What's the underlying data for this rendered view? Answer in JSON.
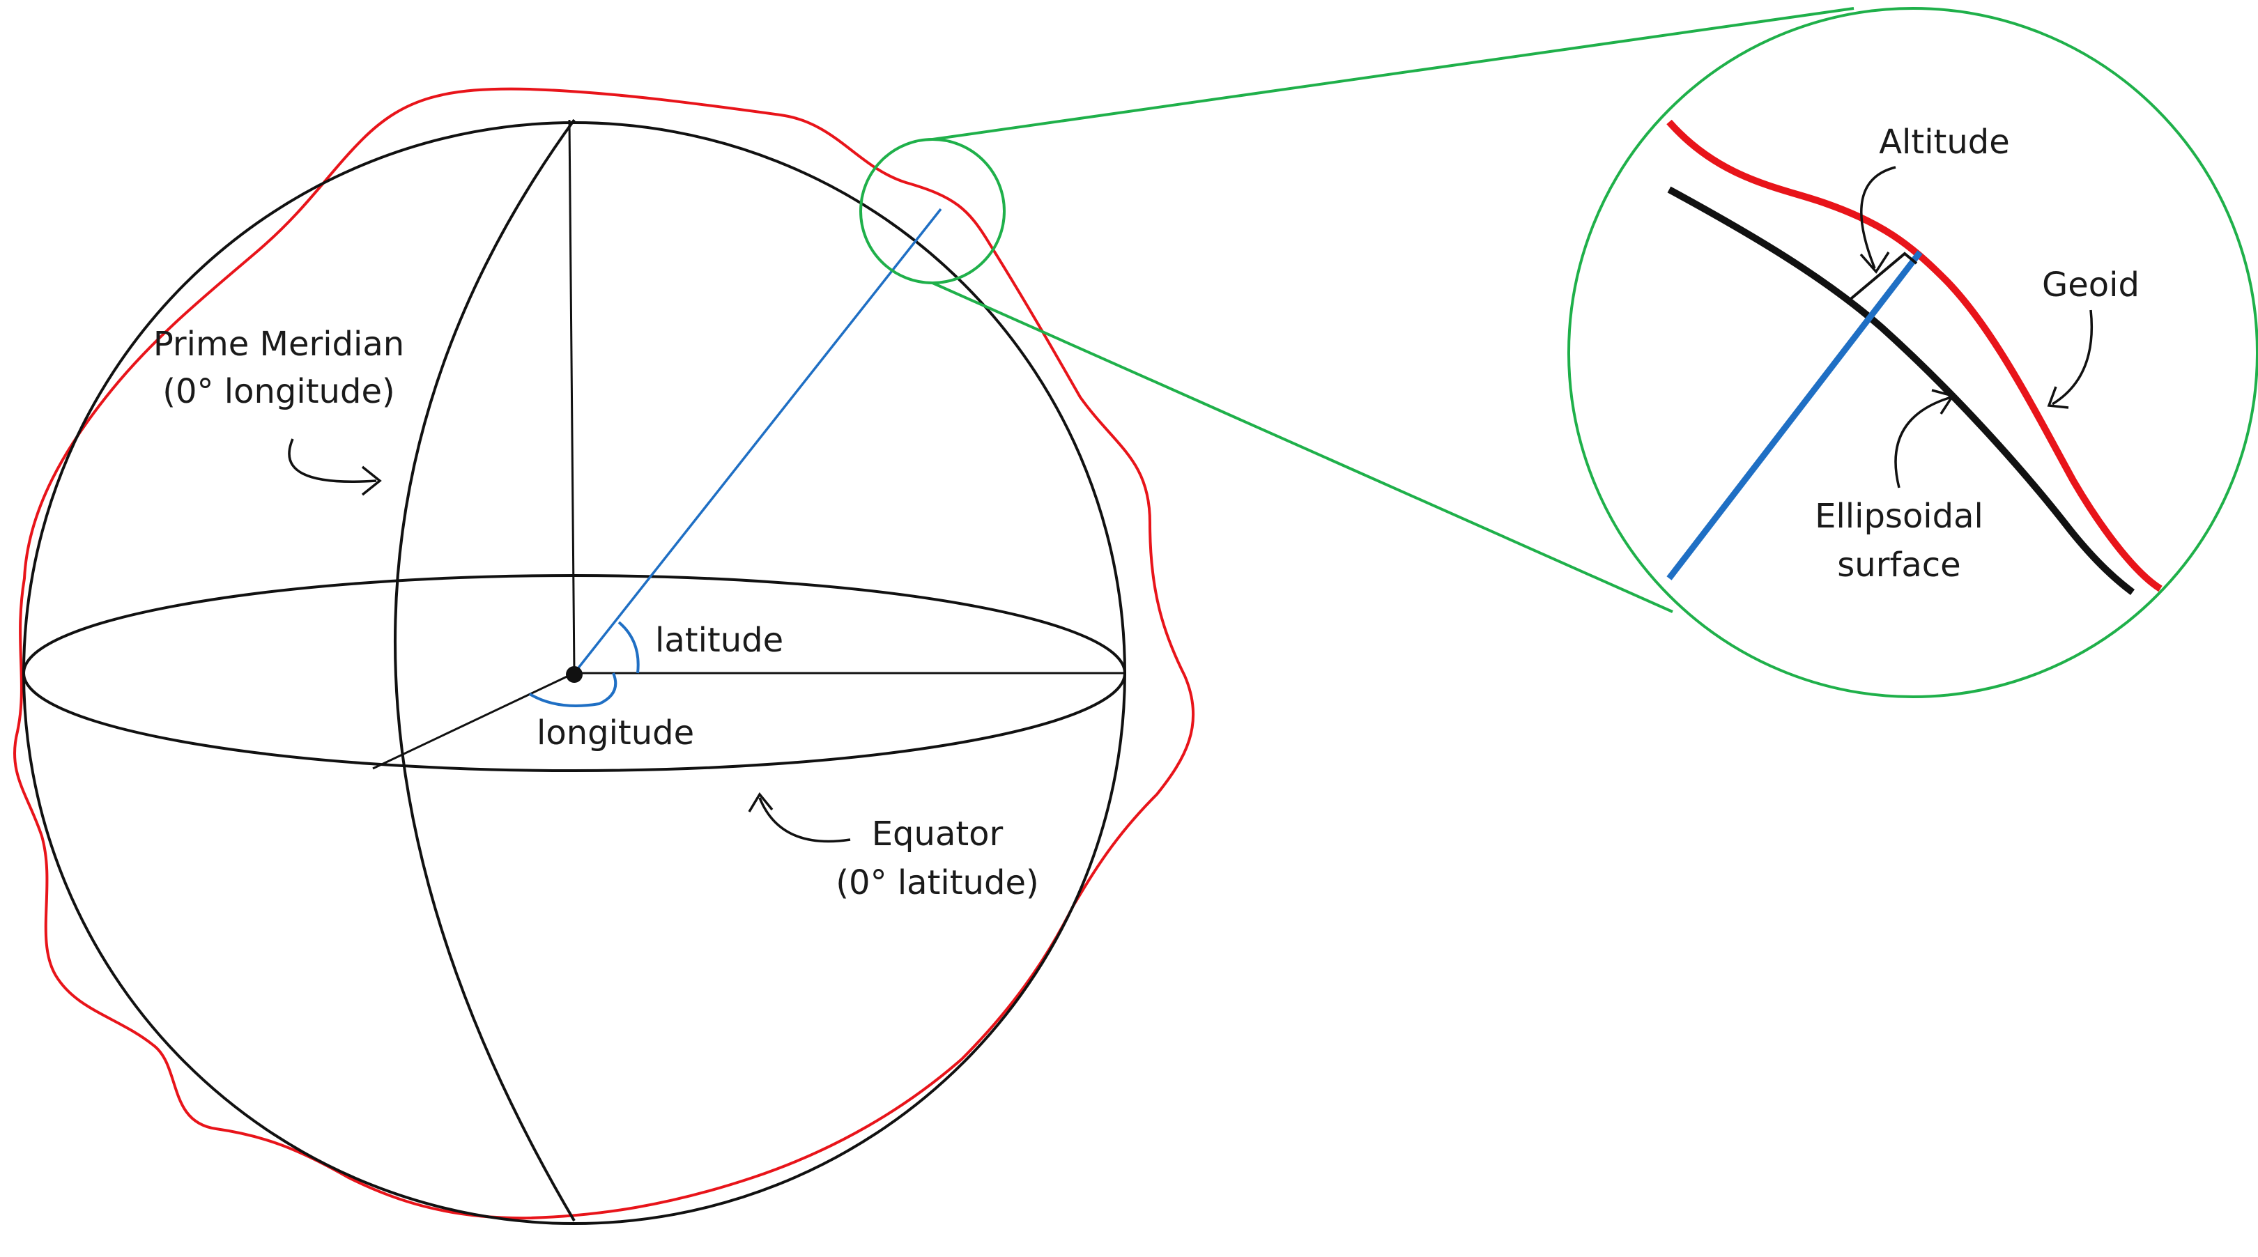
{
  "labels": {
    "prime_meridian_line1": "Prime Meridian",
    "prime_meridian_line2": "(0° longitude)",
    "latitude": "latitude",
    "longitude": "longitude",
    "equator_line1": "Equator",
    "equator_line2": "(0° latitude)",
    "altitude": "Altitude",
    "geoid": "Geoid",
    "ellipsoidal_surface_line1": "Ellipsoidal",
    "ellipsoidal_surface_line2": "surface"
  },
  "colors": {
    "geoid": "#e8141a",
    "ellipsoid": "#111111",
    "coordinate_ray": "#1f6fc4",
    "zoom_callout": "#1fb04a",
    "text": "#1a1a1a"
  }
}
